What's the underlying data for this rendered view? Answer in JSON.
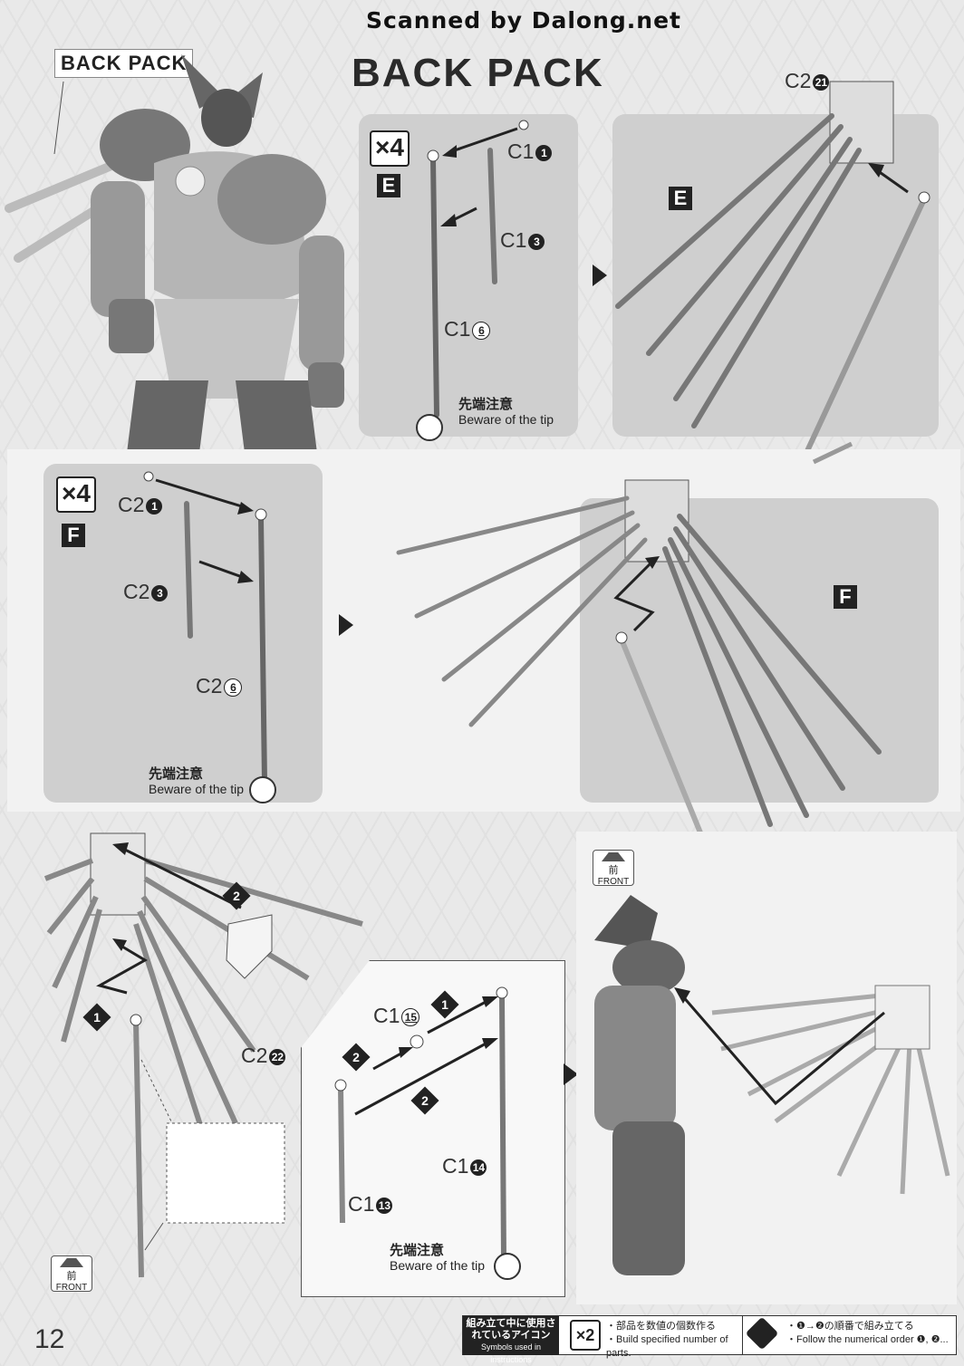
{
  "header": {
    "scan_credit": "Scanned by Dalong.net",
    "section_title": "BACK PACK",
    "callout_label": "BACK PACK"
  },
  "step_e": {
    "quantity": "×4",
    "letter": "E",
    "parts": {
      "p1": "C1",
      "p1_num": "1",
      "p3": "C1",
      "p3_num": "3",
      "p6": "C1",
      "p6_num": "6"
    },
    "warning_jp": "先端注意",
    "warning_en": "Beware of the tip",
    "result_letter": "E",
    "result_part": "C2",
    "result_part_num": "21"
  },
  "step_f": {
    "quantity": "×4",
    "letter": "F",
    "parts": {
      "p1": "C2",
      "p1_num": "1",
      "p3": "C2",
      "p3_num": "3",
      "p6": "C2",
      "p6_num": "6"
    },
    "warning_jp": "先端注意",
    "warning_en": "Beware of the tip",
    "result_letter": "F"
  },
  "step_final": {
    "part_c222": "C2",
    "part_c222_num": "22",
    "part_c115": "C1",
    "part_c115_num": "15",
    "part_c114": "C1",
    "part_c114_num": "14",
    "part_c113": "C1",
    "part_c113_num": "13",
    "seq1": "1",
    "seq2": "2",
    "warning_jp": "先端注意",
    "warning_en": "Beware of the tip",
    "front_jp": "前",
    "front_en": "FRONT"
  },
  "footer": {
    "page_number": "12",
    "legend_title_jp": "組み立て中に使用されているアイコン",
    "legend_title_en": "Symbols used in instructions",
    "legend_qty_icon": "×2",
    "legend_qty_jp": "・部品を数値の個数作る",
    "legend_qty_en": "・Build specified number of parts.",
    "legend_order_jp": "・❶→❷の順番で組み立てる",
    "legend_order_en": "・Follow the numerical order ❶, ❷..."
  }
}
